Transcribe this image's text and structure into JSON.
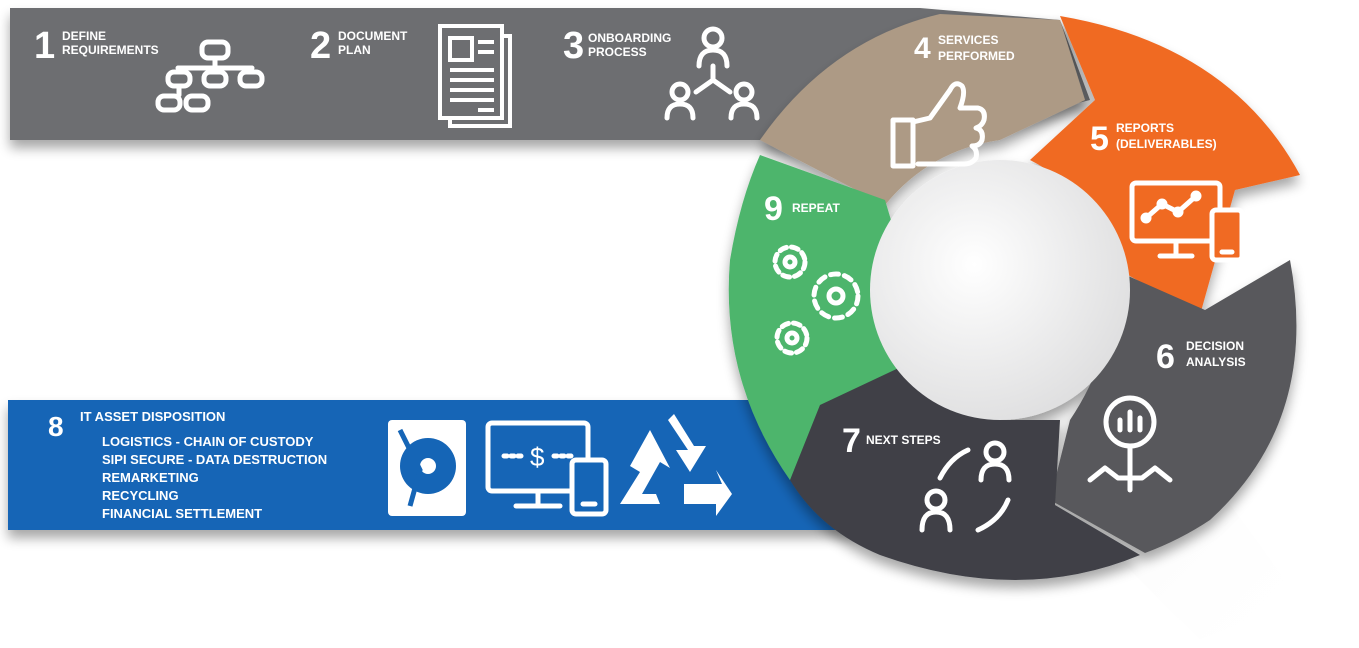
{
  "steps": [
    {
      "num": "1",
      "line1": "DEFINE",
      "line2": "REQUIREMENTS",
      "icon": "hierarchy-icon"
    },
    {
      "num": "2",
      "line1": "DOCUMENT",
      "line2": "PLAN",
      "icon": "document-icon"
    },
    {
      "num": "3",
      "line1": "ONBOARDING",
      "line2": "PROCESS",
      "icon": "team-icon"
    },
    {
      "num": "4",
      "line1": "SERVICES",
      "line2": "PERFORMED",
      "icon": "thumbs-up-icon"
    },
    {
      "num": "5",
      "line1": "REPORTS",
      "line2": "(DELIVERABLES)",
      "icon": "devices-chart-icon"
    },
    {
      "num": "6",
      "line1": "DECISION",
      "line2": "ANALYSIS",
      "icon": "magnifier-chart-icon"
    },
    {
      "num": "7",
      "line1": "NEXT STEPS",
      "icon": "exchange-people-icon"
    },
    {
      "num": "8",
      "title": "IT ASSET DISPOSITION",
      "items": [
        "LOGISTICS - CHAIN OF CUSTODY",
        "SIPI SECURE - DATA DESTRUCTION",
        "REMARKETING",
        "RECYCLING",
        "FINANCIAL SETTLEMENT"
      ],
      "icons": [
        "hard-drive-icon",
        "computer-dollar-icon",
        "recycle-icon"
      ]
    },
    {
      "num": "9",
      "line1": "REPEAT",
      "icon": "gears-icon"
    }
  ],
  "colors": {
    "gray": "#6d6e71",
    "tan": "#ad9a85",
    "orange": "#f06a23",
    "dark_gray": "#58595b",
    "charcoal": "#3f4047",
    "blue": "#1565b6",
    "green": "#4db56c",
    "center": "#e9e9ea"
  }
}
